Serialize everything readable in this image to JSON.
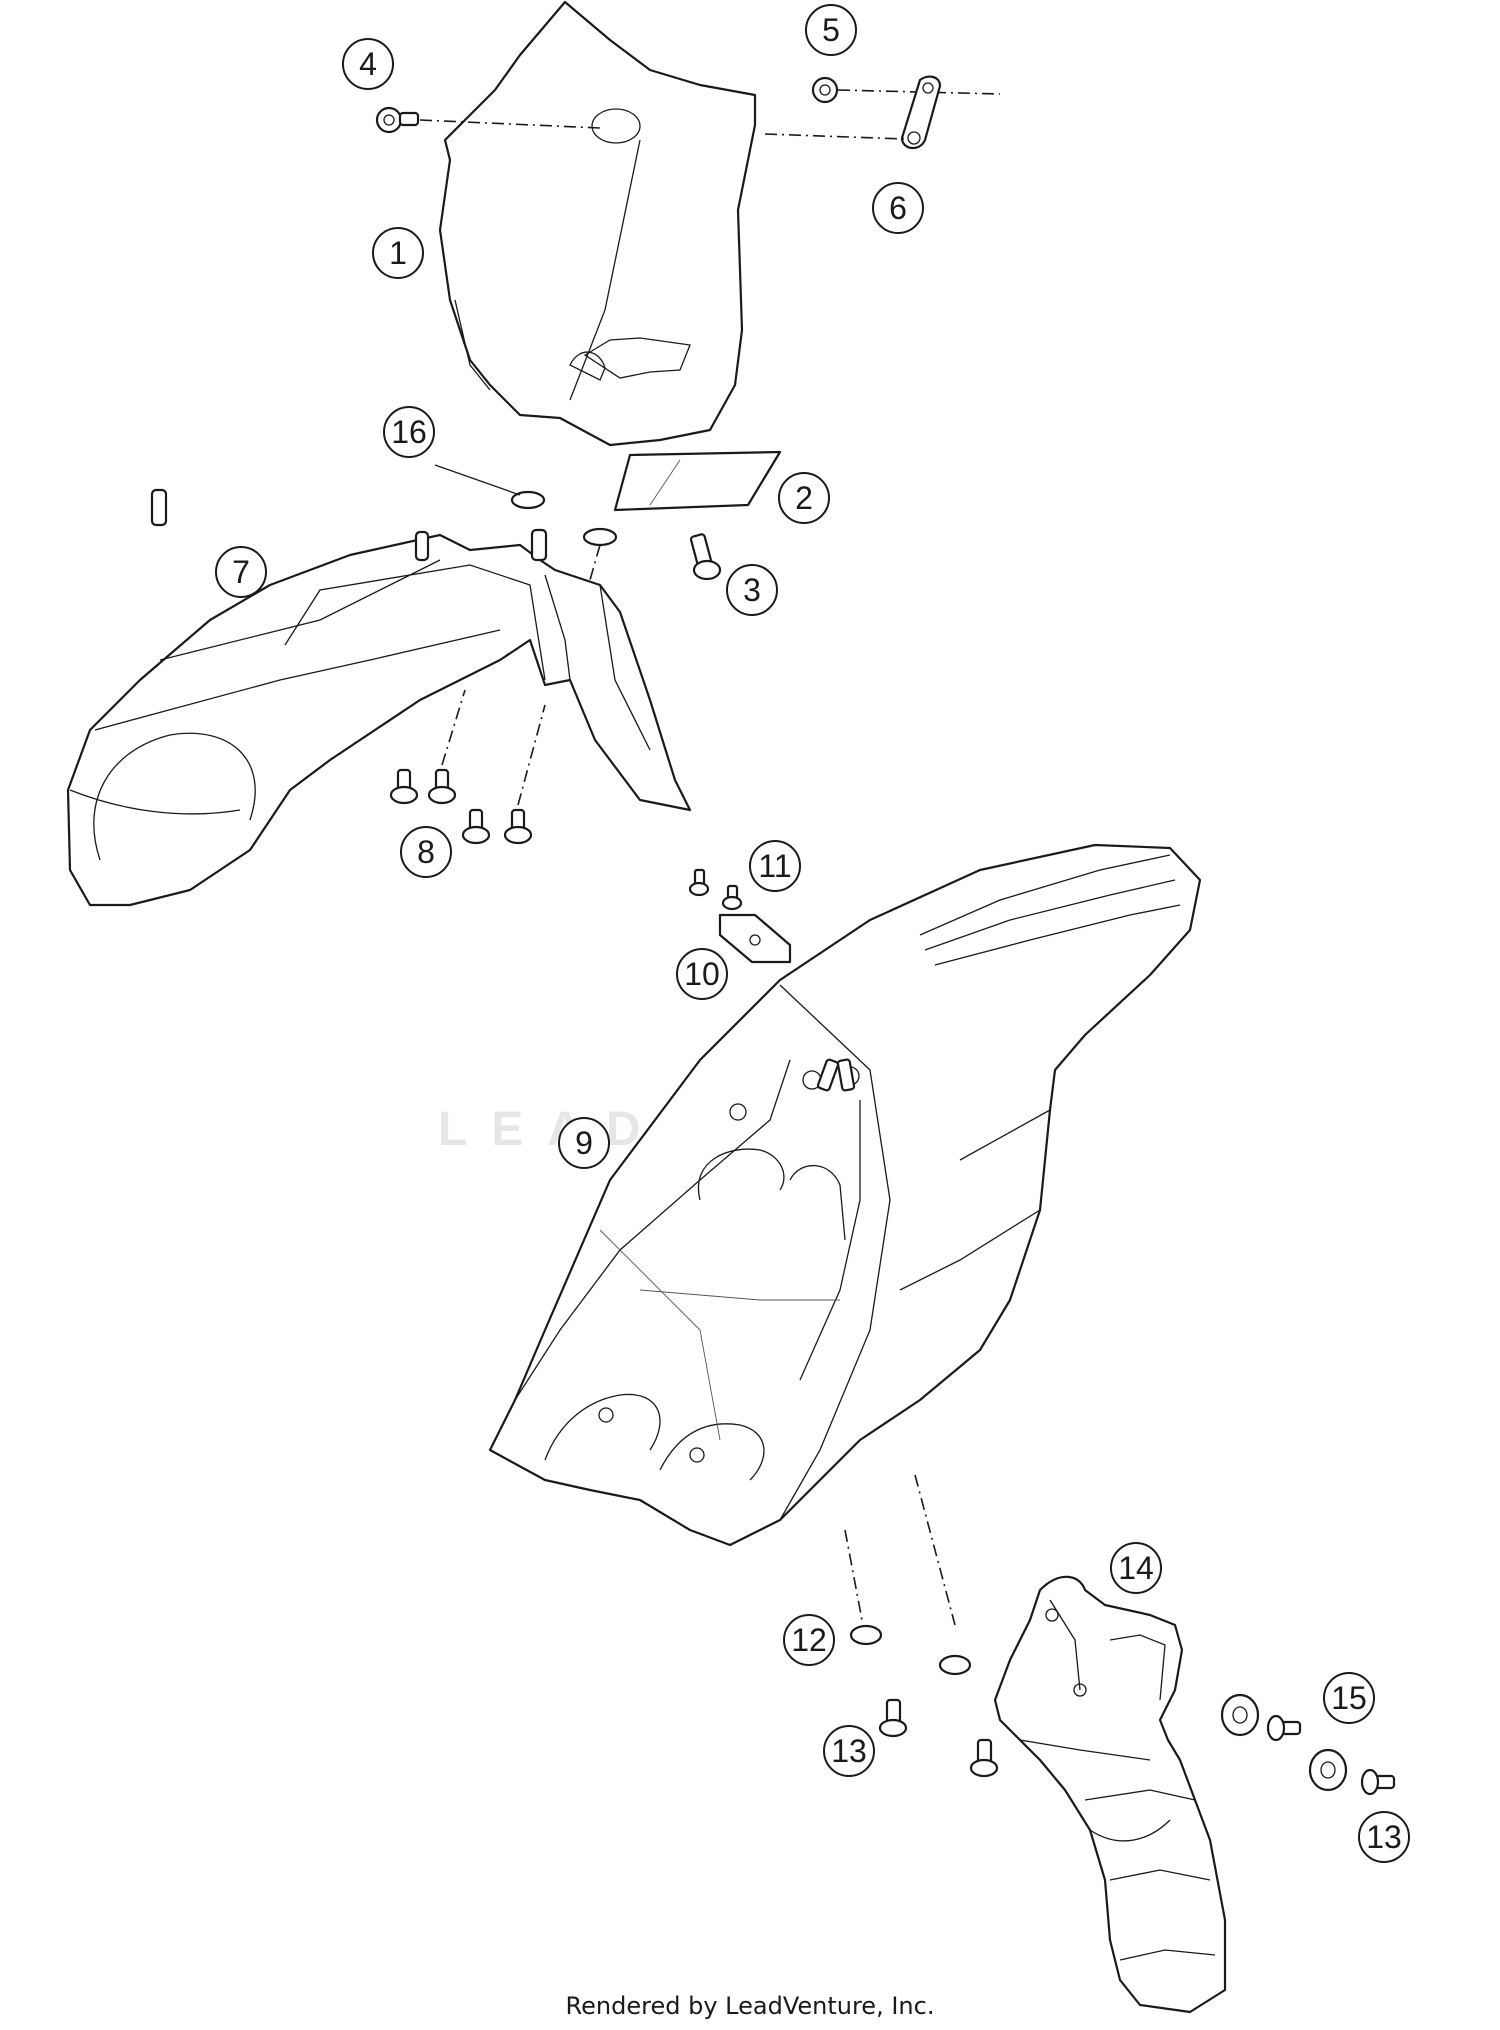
{
  "watermark": "LEADVENTURE",
  "footer": "Rendered by LeadVenture, Inc.",
  "callouts": [
    "1",
    "2",
    "3",
    "4",
    "5",
    "6",
    "7",
    "8",
    "9",
    "10",
    "11",
    "12",
    "13",
    "13",
    "14",
    "15",
    "16"
  ]
}
